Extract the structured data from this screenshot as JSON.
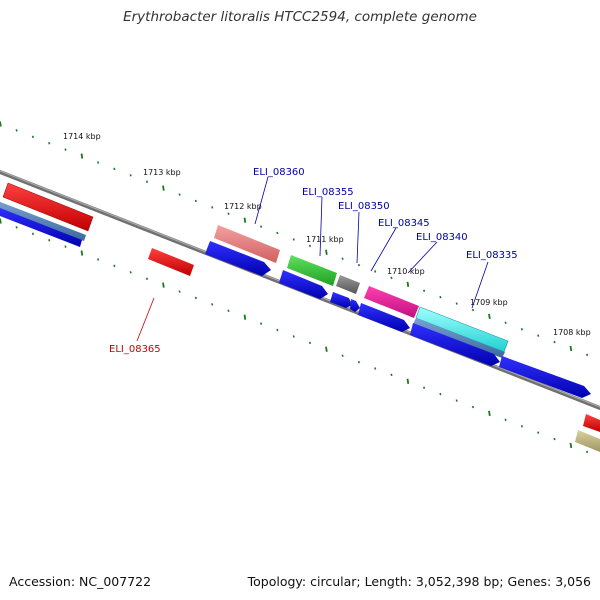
{
  "title": "Erythrobacter litoralis HTCC2594, complete genome",
  "footer": {
    "accession": "Accession: NC_007722",
    "summary": "Topology: circular; Length: 3,052,398 bp; Genes: 3,056"
  },
  "colors": {
    "backbone": "#888888",
    "ruler_dots": "#1a7a1a",
    "forward_label": "#0000aa",
    "reverse_label": "#cc0000"
  },
  "ruler_labels": [
    "1714 kbp",
    "1713 kbp",
    "1712 kbp",
    "1711 kbp",
    "1710 kbp",
    "1709 kbp",
    "1708 kbp"
  ],
  "gene_labels": [
    {
      "text": "ELI_08360",
      "strand": "forward"
    },
    {
      "text": "ELI_08355",
      "strand": "forward"
    },
    {
      "text": "ELI_08350",
      "strand": "forward"
    },
    {
      "text": "ELI_08345",
      "strand": "forward"
    },
    {
      "text": "ELI_08340",
      "strand": "forward"
    },
    {
      "text": "ELI_08335",
      "strand": "forward"
    },
    {
      "text": "ELI_08365",
      "strand": "reverse"
    }
  ]
}
